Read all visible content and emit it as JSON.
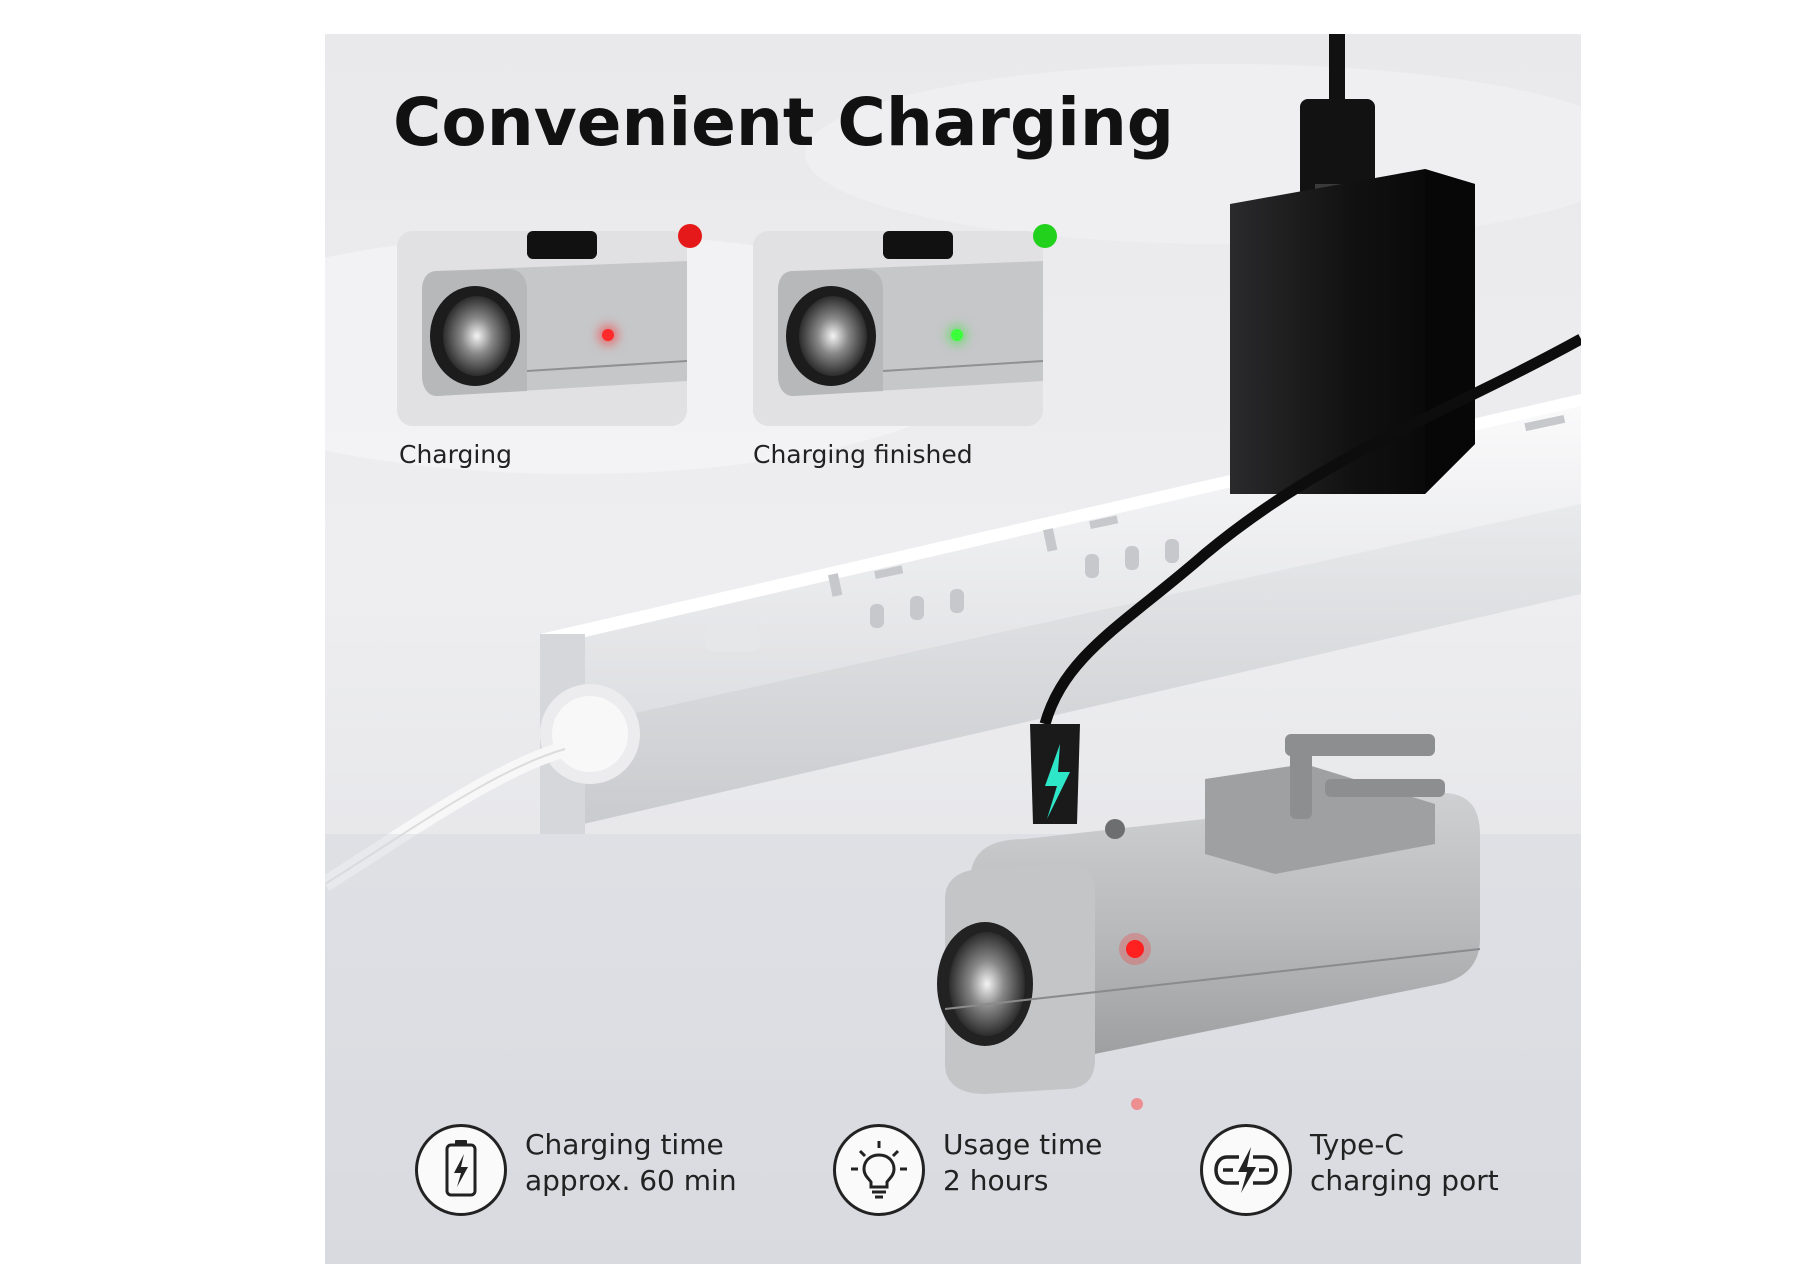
{
  "title": "Convenient Charging",
  "indicators": [
    {
      "caption": "Charging",
      "status_color": "#e51919",
      "led_color": "#ff2a2a"
    },
    {
      "caption": "Charging finished",
      "status_color": "#22d11c",
      "led_color": "#3cff3c"
    }
  ],
  "features": [
    {
      "icon": "battery-charging-icon",
      "line1": "Charging time",
      "line2": "approx. 60 min"
    },
    {
      "icon": "lightbulb-icon",
      "line1": "Usage time",
      "line2": "2 hours"
    },
    {
      "icon": "plug-connection-icon",
      "line1": "Type-C",
      "line2": "charging port"
    }
  ],
  "colors": {
    "text": "#111111",
    "led_red": "#ff2020",
    "lightning": "#2ee6c8"
  }
}
